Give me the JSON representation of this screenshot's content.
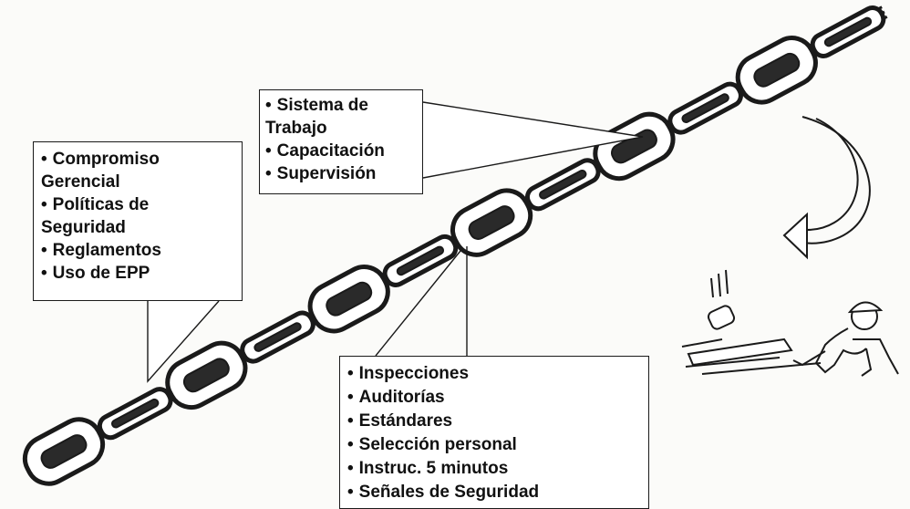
{
  "callouts": {
    "left": {
      "items": [
        "Compromiso",
        "Gerencial",
        "Políticas de",
        "Seguridad",
        "Reglamentos",
        "Uso de EPP"
      ]
    },
    "top": {
      "items": [
        "Sistema de",
        "Trabajo",
        "Capacitación",
        "Supervisión"
      ]
    },
    "bottom": {
      "items": [
        "Inspecciones",
        "Auditorías",
        "Estándares",
        "Selección personal",
        "Instruc. 5 minutos",
        "Señales de Seguridad"
      ]
    }
  },
  "colors": {
    "ink": "#1a1a1a",
    "paper": "#fbfbf9",
    "link_fill": "#ffffff"
  },
  "illustration": {
    "chain": "chain-links",
    "arrow": "curved-arrow-down-left",
    "scene": "worker-struck-by-falling-object"
  }
}
